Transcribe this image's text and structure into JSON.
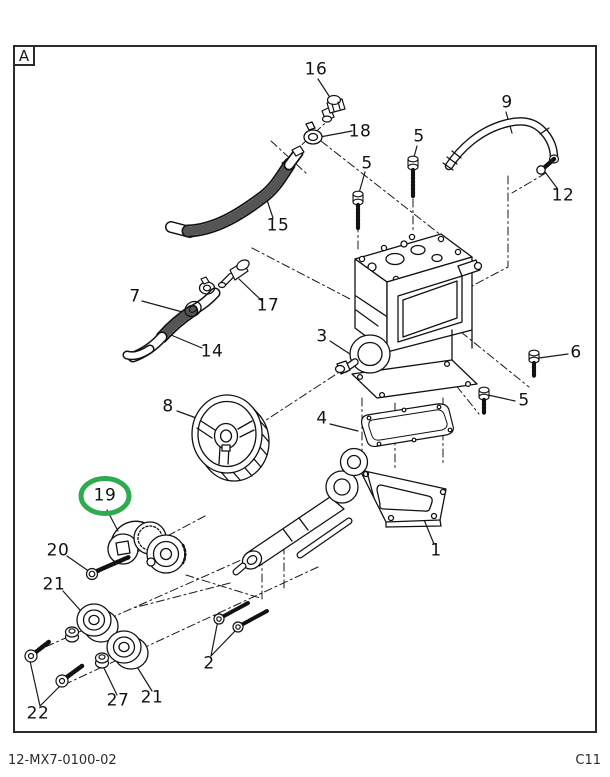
{
  "view_label": "A",
  "footer": {
    "doc_number": "12-MX7-0100-02",
    "page_code": "C11"
  },
  "colors": {
    "highlight": "#2eab4f",
    "line": "#1a1a1a"
  },
  "highlighted_callout": "19",
  "callouts": {
    "c1": "1",
    "c2": "2",
    "c3": "3",
    "c4": "4",
    "c5": "5",
    "c6": "6",
    "c7": "7",
    "c8": "8",
    "c9": "9",
    "c12": "12",
    "c14": "14",
    "c15": "15",
    "c16": "16",
    "c17": "17",
    "c18": "18",
    "c19": "19",
    "c20": "20",
    "c21": "21",
    "c22": "22",
    "c27": "27"
  }
}
